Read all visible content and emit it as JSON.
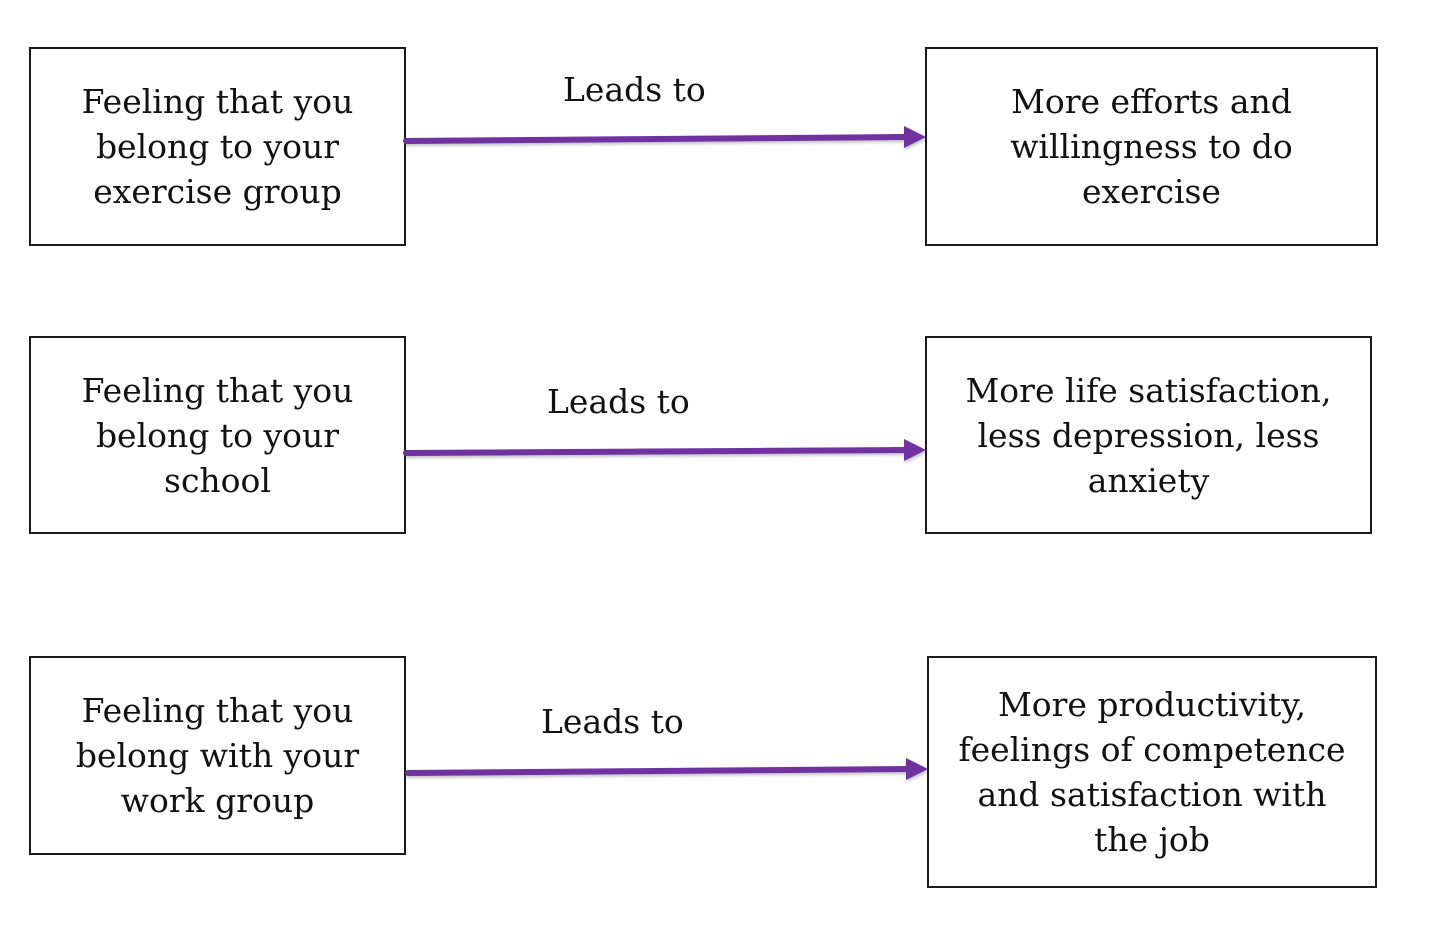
{
  "colors": {
    "arrow": "#7030a0",
    "border": "#1a1a1a",
    "background": "#ffffff"
  },
  "rows": [
    {
      "cause": "Feeling that you\nbelong to your\nexercise group",
      "relation": "Leads to",
      "effect": "More efforts and\nwillingness to do\nexercise"
    },
    {
      "cause": "Feeling that you\nbelong to your\nschool",
      "relation": "Leads to",
      "effect": "More life satisfaction,\nless depression, less\nanxiety"
    },
    {
      "cause": "Feeling that you\nbelong with your\nwork group",
      "relation": "Leads to",
      "effect": "More productivity,\nfeelings of competence\nand satisfaction with\nthe job"
    }
  ]
}
